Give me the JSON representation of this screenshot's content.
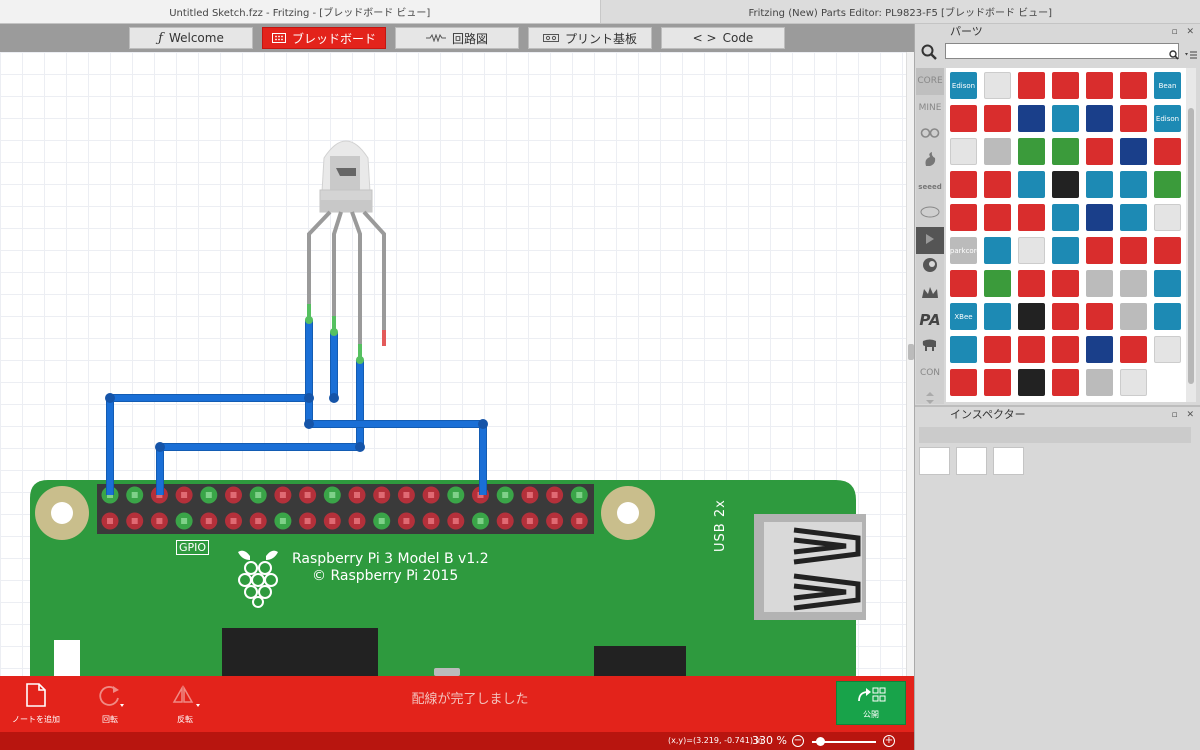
{
  "window": {
    "main_title": "Untitled Sketch.fzz - Fritzing - [ブレッドボード ビュー]",
    "second_title": "Fritzing (New) Parts Editor: PL9823-F5 [ブレッドボード ビュー]"
  },
  "view_tabs": [
    {
      "label": "Welcome",
      "icon": "fritzing-f-icon",
      "selected": false
    },
    {
      "label": "ブレッドボード",
      "icon": "breadboard-icon",
      "selected": true
    },
    {
      "label": "回路図",
      "icon": "resistor-icon",
      "selected": false
    },
    {
      "label": "プリント基板",
      "icon": "pcb-icon",
      "selected": false
    },
    {
      "label": "Code",
      "icon": "code-brackets-icon",
      "selected": false
    }
  ],
  "board": {
    "title": "Raspberry Pi 3 Model B v1.2",
    "copyright": "© Raspberry Pi 2015",
    "gpio_label": "GPIO",
    "usb_label": "USB 2x",
    "board_color": "#2e9a3e"
  },
  "toolbar": {
    "add_note": "ノートを追加",
    "rotate": "回転",
    "flip": "反転",
    "status_message": "配線が完了しました",
    "share": "公開"
  },
  "statusbar": {
    "coords": "(x,y)=(3.219, -0.741) in",
    "zoom": "330 %",
    "zoom_out": "−",
    "zoom_in": "+"
  },
  "parts_panel": {
    "title": "パーツ",
    "search_placeholder": "",
    "bins": [
      "CORE",
      "MINE",
      "arduino-icon",
      "sparkfun-flame-icon",
      "seeed-icon",
      "intel-icon",
      "play-icon",
      "snootlab-icon",
      "lilypad-icon",
      "PA",
      "elephant-icon",
      "CON",
      "scroll-arrows-icon"
    ],
    "bin_labels": {
      "core": "CORE",
      "mine": "MINE",
      "pa": "PA",
      "contrib": "CON"
    },
    "tile_labels": {
      "edison": "Edison",
      "bean": "Bean",
      "edison2": "Edison",
      "xbee": "XBee",
      "sparkcore": "sparkcore"
    }
  },
  "inspector": {
    "title": "インスペクター"
  },
  "colors": {
    "accent_red": "#e3231b",
    "wire_blue": "#1a6fd6",
    "share_green": "#18a34a"
  }
}
